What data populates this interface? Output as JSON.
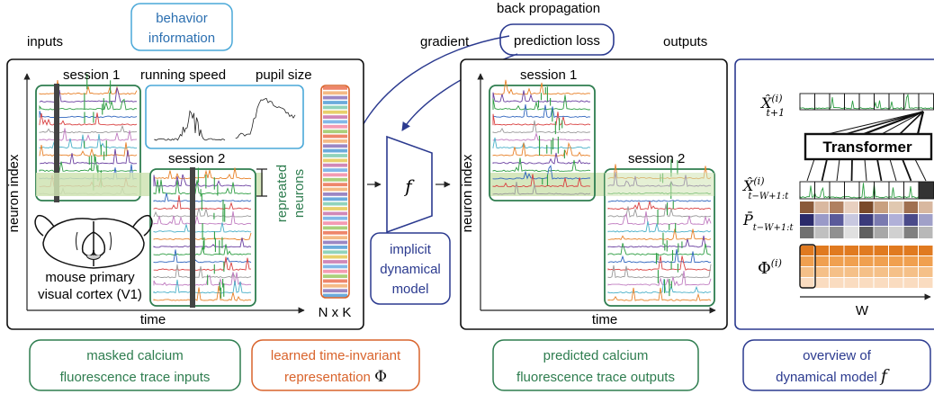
{
  "header": {
    "back_propagation": "back propagation",
    "prediction_loss": "prediction loss",
    "gradient": "gradient",
    "inputs": "inputs",
    "outputs": "outputs",
    "behavior_line1": "behavior",
    "behavior_line2": "information"
  },
  "inputs_panel": {
    "session1": "session 1",
    "session2": "session 2",
    "running_speed": "running speed",
    "pupil_size": "pupil size",
    "repeated_line1": "repreated",
    "repeated_line2": "neurons",
    "mouse_line1": "mouse primary",
    "mouse_line2": "visual cortex (V1)",
    "y_axis": "neuron index",
    "x_axis": "time",
    "nk": "N x K"
  },
  "model": {
    "f": "f",
    "implicit_line1": "implicit",
    "implicit_line2": "dynamical",
    "implicit_line3": "model"
  },
  "outputs_panel": {
    "session1": "session 1",
    "session2": "session 2",
    "y_axis": "neuron index",
    "x_axis": "time"
  },
  "overview_panel": {
    "x_next": "X̂",
    "x_next_sup": "(i)",
    "x_next_sub": "t+1",
    "transformer": "Transformer",
    "x_window": "X̂",
    "x_window_sup": "(i)",
    "x_window_sub": "t−W+1:t",
    "p_window": "P̄",
    "p_window_sub": "t−W+1:t",
    "phi": "Φ",
    "phi_sup": "(i)",
    "w_label": "W"
  },
  "captions": {
    "masked_line1": "masked calcium",
    "masked_line2": "fluorescence trace inputs",
    "learned_line1": "learned time-invariant",
    "learned_line2": "representation",
    "learned_symbol": "Φ",
    "predicted_line1": "predicted calcium",
    "predicted_line2": "fluorescence trace outputs",
    "overview_line1": "overview of",
    "overview_line2": "dynamical model",
    "overview_symbol": "f"
  },
  "colors": {
    "green_box": "#2e7d4f",
    "blue_box": "#2b3a8f",
    "cyan_box": "#4aa8d8",
    "orange_box": "#d9632b",
    "highlight": "#cfe3b3",
    "trace_colors": [
      "#e8822a",
      "#6a3fa0",
      "#2f9e44",
      "#3066be",
      "#d94040",
      "#9a9a9a",
      "#c07cc0",
      "#4bb0c8"
    ]
  }
}
